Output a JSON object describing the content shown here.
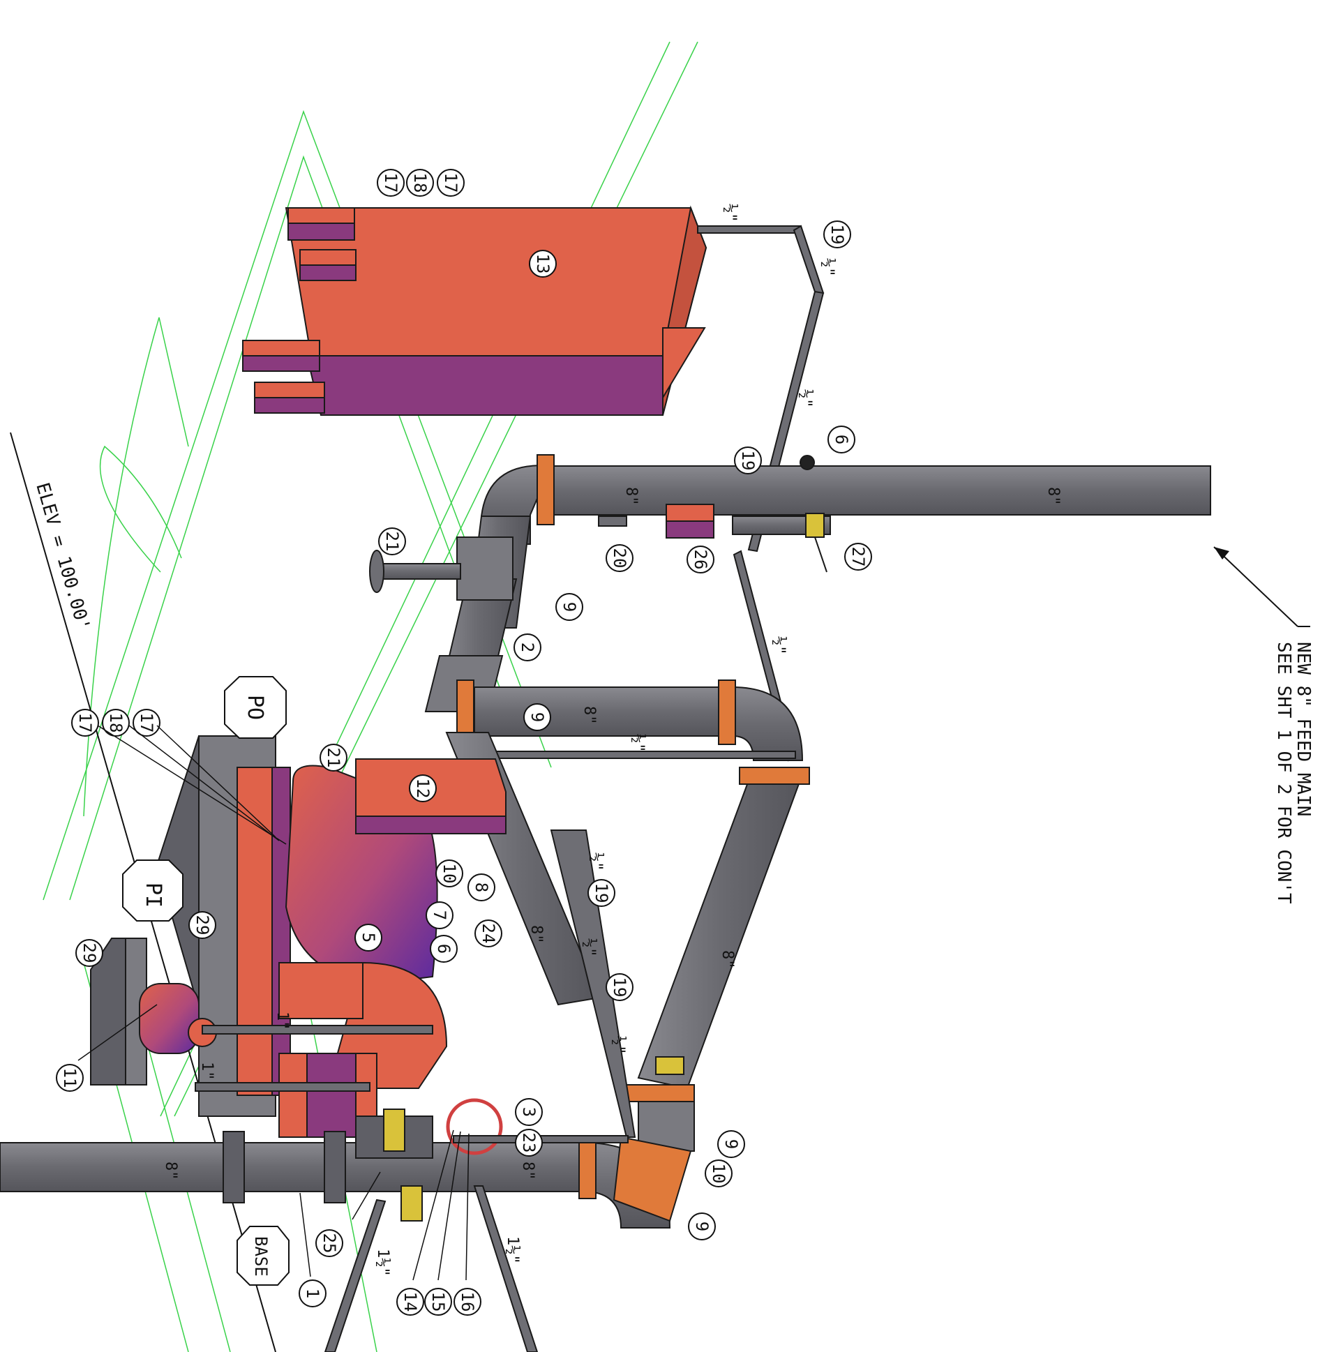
{
  "colors": {
    "pipe": "#6e6e74",
    "pipe_edge": "#1a1a1a",
    "coupling": "#e07a3a",
    "equipment_red": "#e0624a",
    "equipment_purple": "#8a3a7e",
    "equipment_gray": "#5f5f66",
    "valve_yellow": "#d9c23a",
    "guide_green": "#39d24a"
  },
  "labels": {
    "elev": "ELEV = 100.00'",
    "note_line1": "NEW 8\" FEED MAIN",
    "note_line2": "SEE SHT 1 OF 2 FOR CON'T",
    "pipe_8": "8\"",
    "pipe_half": "½\"",
    "pipe_1": "1\"",
    "pipe_1half": "1½\""
  },
  "tags": {
    "po": "PO",
    "pi": "PI",
    "base": "BASE"
  },
  "balloons": [
    "1",
    "2",
    "3",
    "5",
    "6",
    "7",
    "8",
    "9",
    "10",
    "11",
    "12",
    "13",
    "14",
    "15",
    "16",
    "17",
    "18",
    "19",
    "20",
    "21",
    "23",
    "24",
    "25",
    "26",
    "27",
    "29"
  ]
}
